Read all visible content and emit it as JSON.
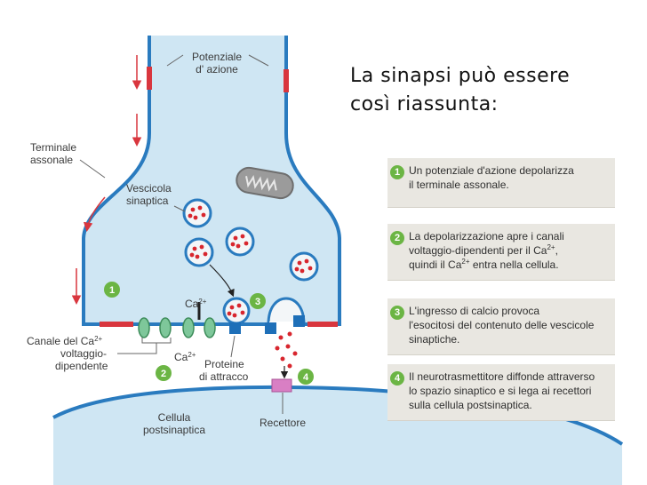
{
  "title": {
    "line1": "La sinapsi può essere",
    "line2": "così riassunta:"
  },
  "labels": {
    "potenziale_1": "Potenziale",
    "potenziale_2": "d' azione",
    "terminale_1": "Terminale",
    "terminale_2": "assonale",
    "vescicola_1": "Vescicola",
    "vescicola_2": "sinaptica",
    "canale_1": "Canale del Ca",
    "canale_sup": "2+",
    "canale_2": "voltaggio-",
    "canale_3": "dipendente",
    "ca_top": "Ca",
    "ca_top_sup": "2+",
    "ca_bottom": "Ca",
    "ca_bottom_sup": "2+",
    "proteine_1": "Proteine",
    "proteine_2": "di attracco",
    "recettore": "Recettore",
    "cellula_1": "Cellula",
    "cellula_2": "postsinaptica"
  },
  "badges": [
    "1",
    "2",
    "3",
    "4"
  ],
  "steps": [
    {
      "num": "1",
      "line1": "Un potenziale d'azione depolarizza",
      "line2": "il terminale assonale."
    },
    {
      "num": "2",
      "line1": "La depolarizzazione apre i canali",
      "line2a": "voltaggio-dipendenti per il Ca",
      "line2a_sup": "2+",
      "line2a_end": ",",
      "line3a": "quindi il Ca",
      "line3a_sup": "2+",
      "line3a_end": " entra nella cellula."
    },
    {
      "num": "3",
      "line1": "L'ingresso di calcio provoca",
      "line2": "l'esocitosi del contenuto delle vescicole",
      "line3": "sinaptiche."
    },
    {
      "num": "4",
      "line1": "Il neurotrasmettitore diffonde attraverso",
      "line2": "lo spazio sinaptico e si lega ai recettori",
      "line3": "sulla cellula postsinaptica."
    }
  ],
  "colors": {
    "cytoplasm": "#cfe6f3",
    "membrane": "#2a7bbf",
    "depolarized": "#d9363e",
    "badge": "#6bb544",
    "vesicle_dot": "#d8262e",
    "channel": "#7ec79a",
    "docking_protein": "#1e6fb8",
    "receptor": "#d97fc4"
  }
}
